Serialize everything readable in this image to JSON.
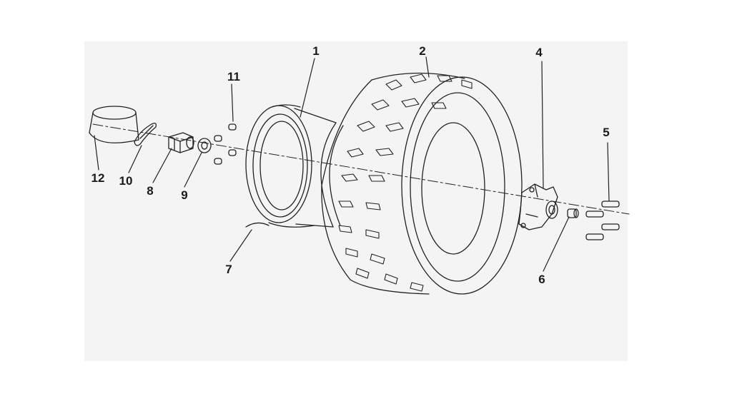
{
  "diagram": {
    "background": "#f4f4f4",
    "ink": "#222222",
    "callouts": [
      "1",
      "2",
      "4",
      "11",
      "5",
      "12",
      "10",
      "8",
      "9",
      "7",
      "6"
    ]
  }
}
